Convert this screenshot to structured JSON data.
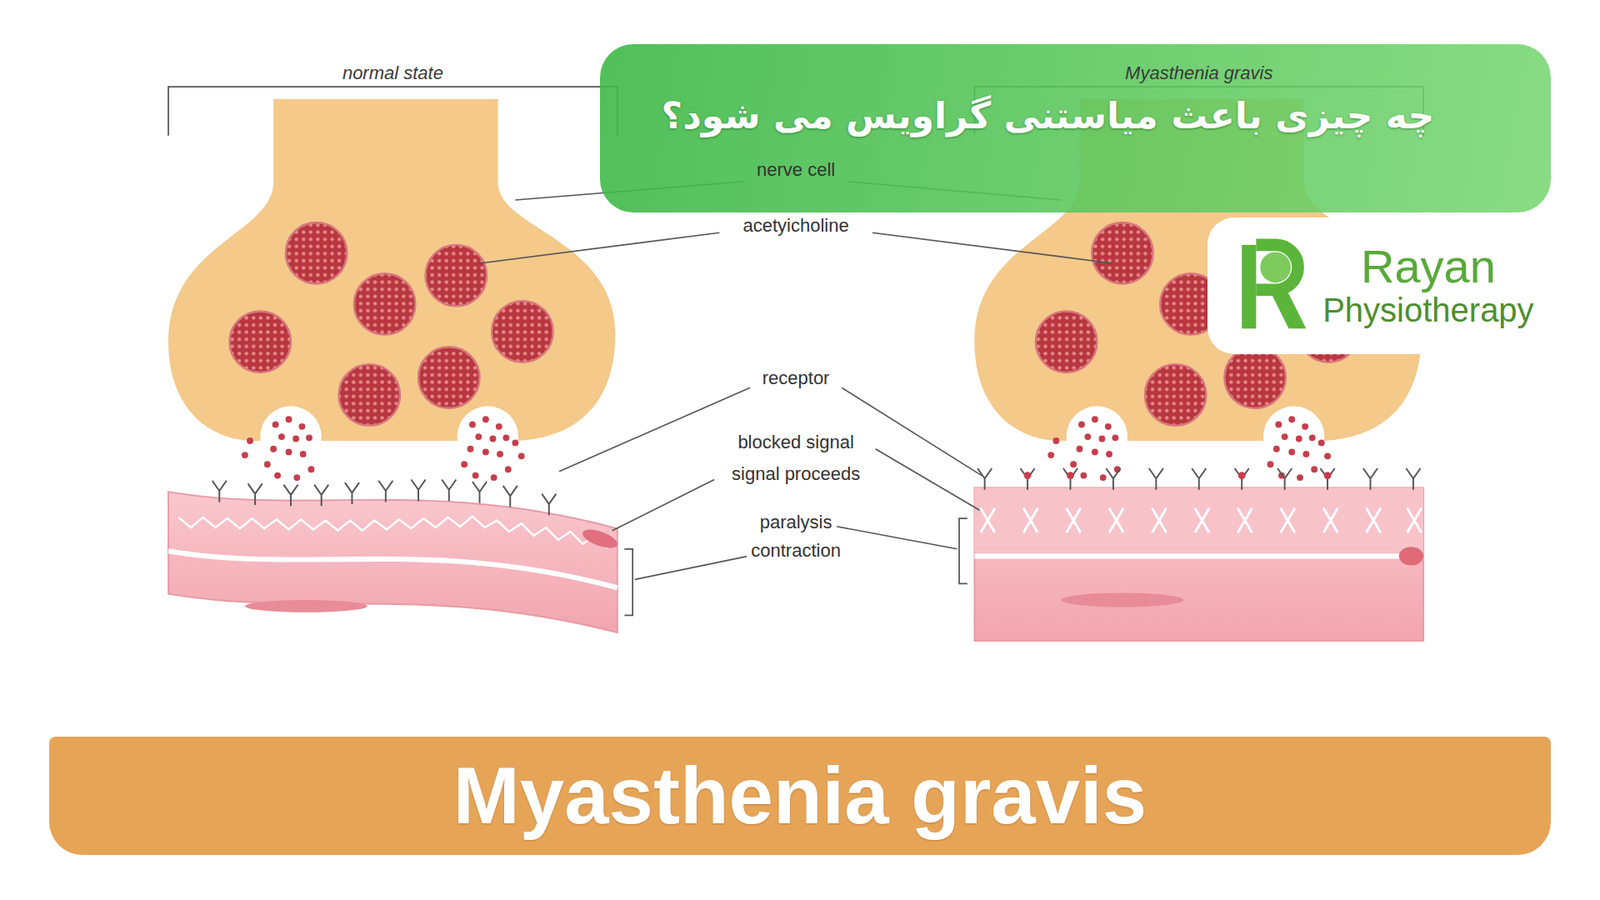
{
  "diagram": {
    "nodes": [
      {
        "text": [
          "چه چیزی باعث میاستنی گراویس می شود؟"
        ]
      },
      {
        "text": [
          "Rayan",
          "Physiotherapy"
        ]
      },
      {
        "text": [
          "Myasthenia gravis"
        ]
      }
    ],
    "labels": [
      "normal state",
      "Myasthenia gravis",
      "nerve cell",
      "acetyicholine",
      "receptor",
      "blocked signal",
      "signal proceeds",
      "paralysis",
      "contraction"
    ]
  }
}
